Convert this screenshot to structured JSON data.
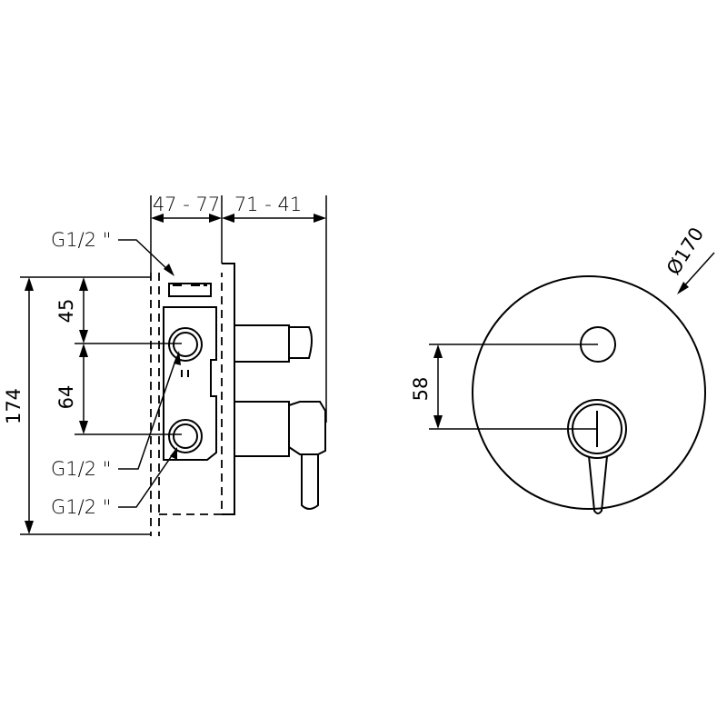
{
  "side_view": {
    "depth_range_label": "47 - 77",
    "protrusion_range_label": "71 - 41",
    "height_label": "174",
    "upper_offset_label": "45",
    "port_spacing_label": "64",
    "port_top_label": "G1/2 \"",
    "port_middle_label": "G1/2 \"",
    "port_bottom_label": "G1/2 \""
  },
  "front_view": {
    "diameter_label": "Ø170",
    "handle_spacing_label": "58"
  }
}
